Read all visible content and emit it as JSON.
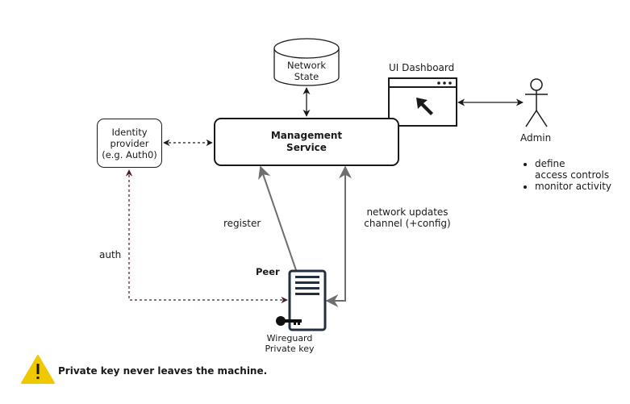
{
  "diagram": {
    "nodes": {
      "network_state": {
        "line1": "Network",
        "line2": "State"
      },
      "ui_dashboard": {
        "title": "UI Dashboard"
      },
      "admin": {
        "label": "Admin",
        "duties": [
          "define access controls",
          "monitor activity"
        ],
        "duty_lines": [
          "define",
          "access controls",
          "monitor activity"
        ]
      },
      "identity_provider": {
        "line1": "Identity",
        "line2": "provider",
        "line3": "(e.g. Auth0)"
      },
      "management_service": {
        "line1": "Management",
        "line2": "Service"
      },
      "peer": {
        "label": "Peer",
        "key_line1": "Wireguard",
        "key_line2": "Private key"
      }
    },
    "edges": {
      "register": "register",
      "network_updates_line1": "network updates",
      "network_updates_line2": "channel (+config)",
      "auth": "auth"
    },
    "note": {
      "text": "Private key never leaves the machine.",
      "icon": "warning-icon"
    },
    "colors": {
      "ink": "#1a1a1a",
      "auth_edge": "#4a1b2d",
      "peer_edge": "#6e6e6e",
      "server_icon": "#232f3e",
      "warning": "#f0c800"
    }
  }
}
